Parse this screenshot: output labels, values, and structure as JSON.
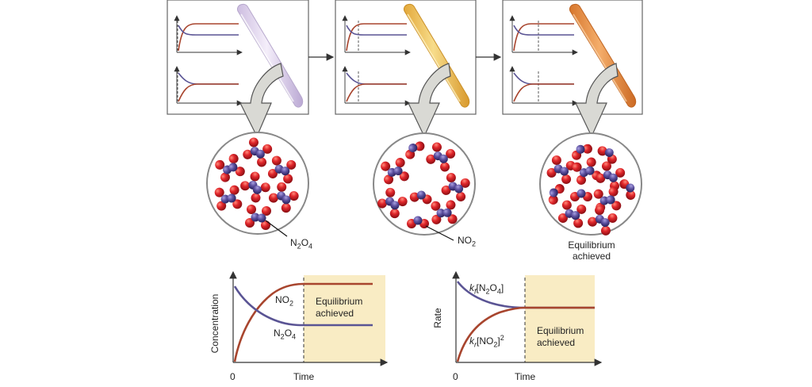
{
  "molecules": {
    "n2o4_pointer": {
      "base": "N",
      "s1": "2",
      "mid": "O",
      "s2": "4"
    },
    "no2_pointer": {
      "base": "NO",
      "s1": "2"
    },
    "equilibrium_line1": "Equilibrium",
    "equilibrium_line2": "achieved"
  },
  "concentration_plot": {
    "ylabel": "Concentration",
    "xlabel": "Time",
    "origin": "0",
    "no2_label": {
      "base": "NO",
      "sub": "2"
    },
    "n2o4_label": {
      "base": "N",
      "s1": "2",
      "mid": "O",
      "s2": "4"
    },
    "region_line1": "Equilibrium",
    "region_line2": "achieved"
  },
  "rate_plot": {
    "ylabel": "Rate",
    "xlabel": "Time",
    "origin": "0",
    "forward_label": {
      "k": "k",
      "ksub": "f",
      "open": "[N",
      "s1": "2",
      "mid": "O",
      "s2": "4",
      "close": "]"
    },
    "reverse_label": {
      "k": "k",
      "ksub": "r",
      "open": "[NO",
      "s1": "2",
      "close": "]",
      "sup": "2"
    },
    "region_line1": "Equilibrium",
    "region_line2": "achieved"
  },
  "colors": {
    "no2_curve": "#a8452e",
    "n2o4_curve": "#5a5494",
    "equilibrium_region": "#f9ecc4",
    "oxygen_atom": "#d8262b",
    "nitrogen_atom": "#5b4f9e",
    "tube1": "#d9cbe8",
    "tube2": "#e8b74a",
    "tube3": "#e08a3a",
    "arrow_fill": "#d8d8d3"
  }
}
